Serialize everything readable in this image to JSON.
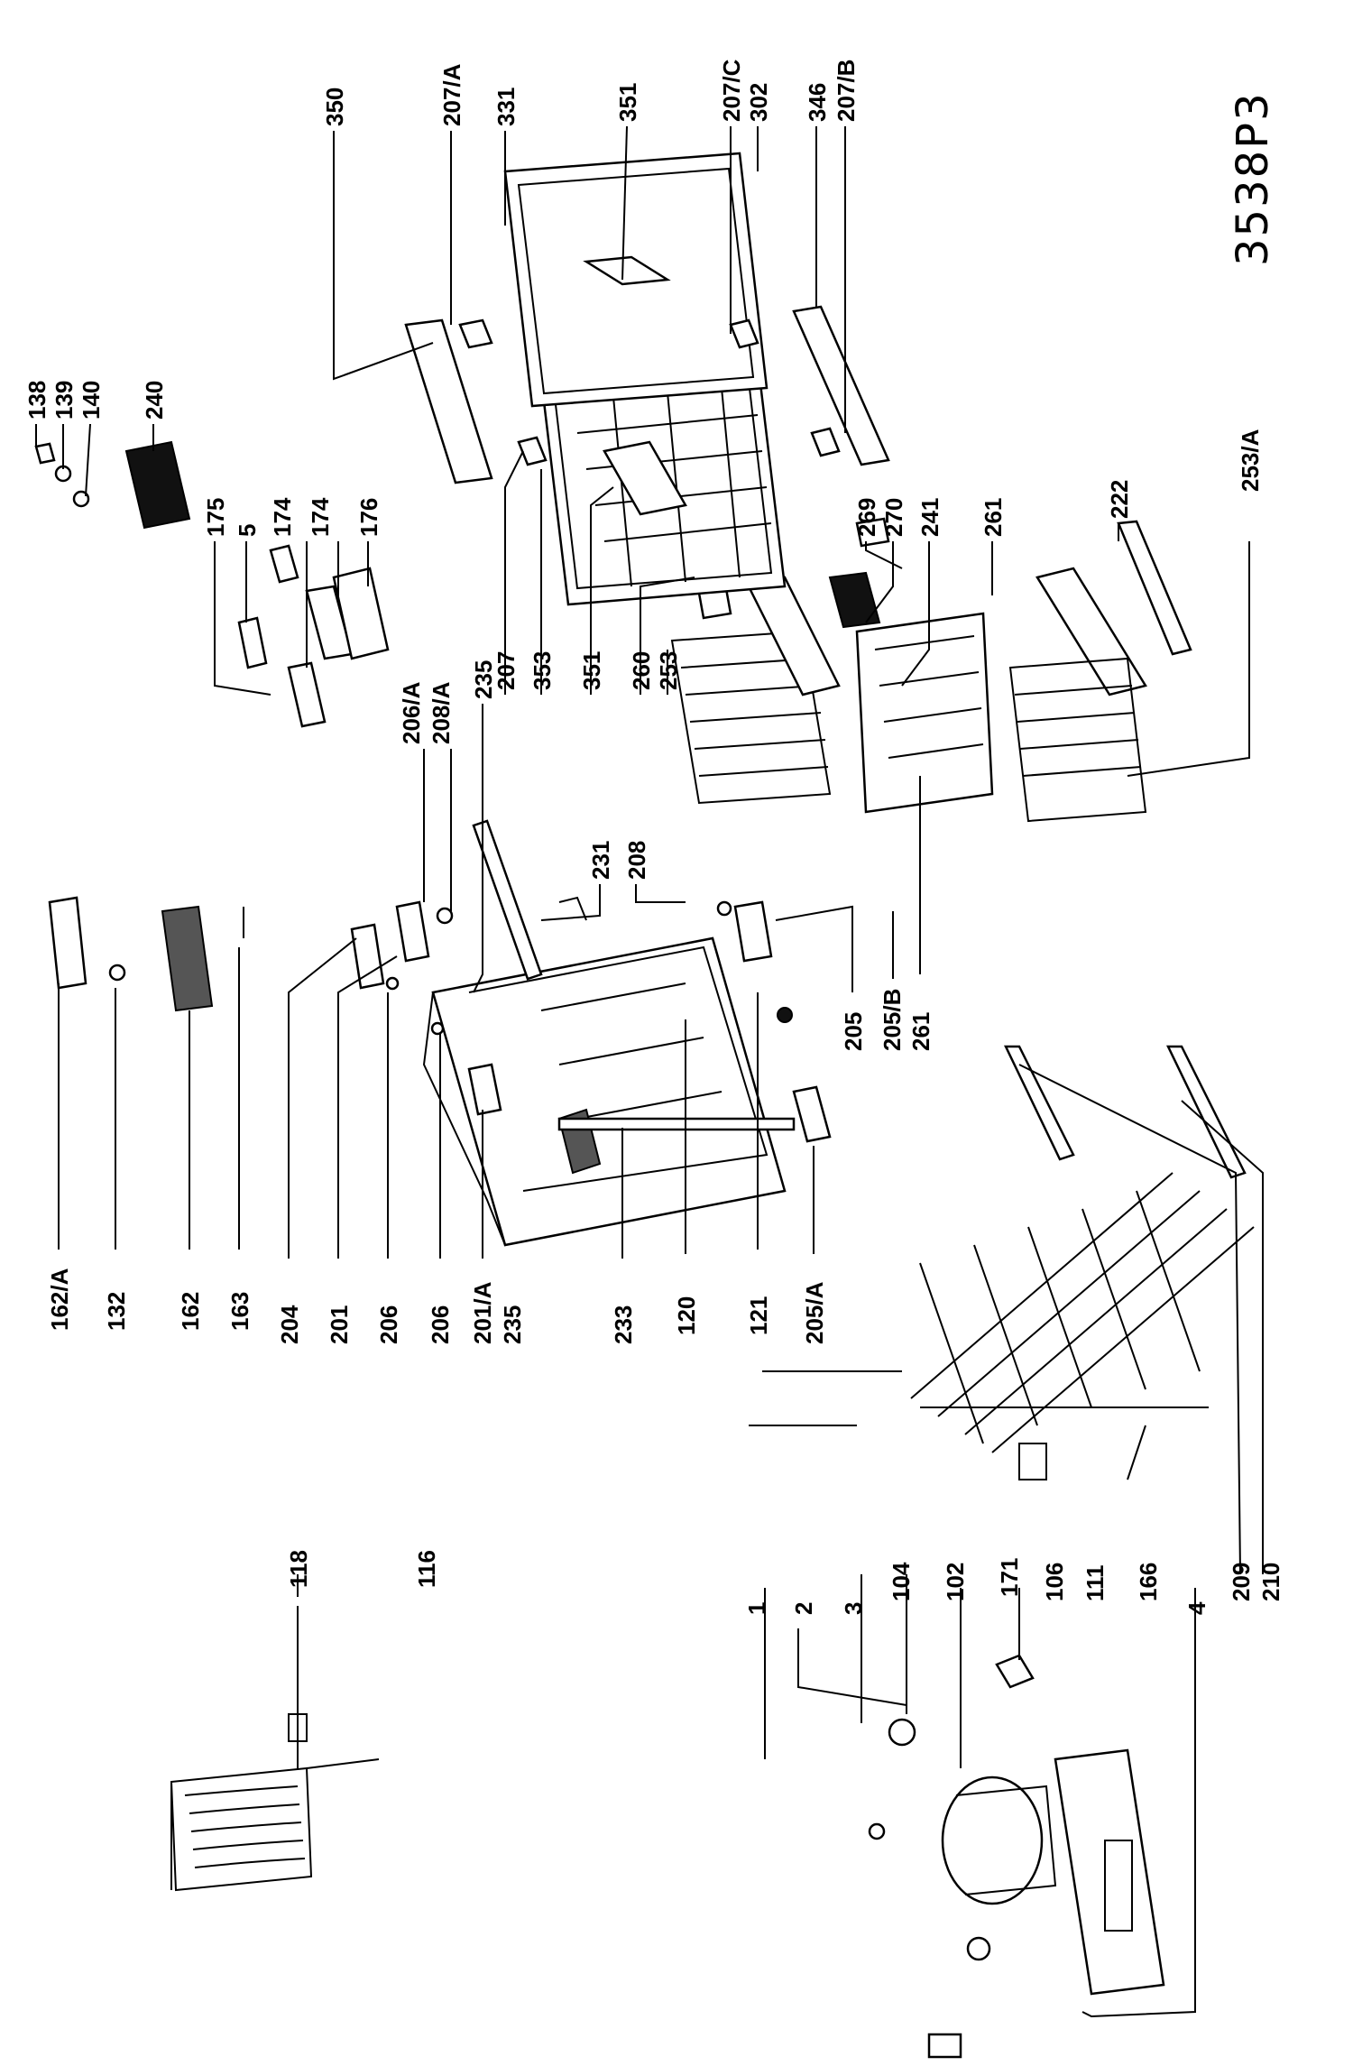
{
  "drawing_code": "3538P3",
  "labels": {
    "l118": "118",
    "l116": "116",
    "l1": "1",
    "l2": "2",
    "l3": "3",
    "l104": "104",
    "l102": "102",
    "l171": "171",
    "l106": "106",
    "l111": "111",
    "l166": "166",
    "l4": "4",
    "l209": "209",
    "l210": "210",
    "l162a": "162/A",
    "l132": "132",
    "l162": "162",
    "l163": "163",
    "l204": "204",
    "l201": "201",
    "l206a": "206",
    "l206b": "206",
    "l201a": "201/A",
    "l235b": "235",
    "l233": "233",
    "l120": "120",
    "l121": "121",
    "l205a": "205/A",
    "l205": "205",
    "l205b": "205/B",
    "l261b": "261",
    "l208": "208",
    "l231": "231",
    "l206A": "206/A",
    "l208A": "208/A",
    "l235": "235",
    "l138": "138",
    "l139": "139",
    "l140": "140",
    "l240": "240",
    "l175": "175",
    "l5": "5",
    "l174a": "174",
    "l174b": "174",
    "l176": "176",
    "l207": "207",
    "l353": "353",
    "l351b": "351",
    "l260": "260",
    "l253": "253",
    "l269": "269",
    "l270": "270",
    "l241": "241",
    "l261": "261",
    "l222": "222",
    "l253a": "253/A",
    "l350": "350",
    "l207a": "207/A",
    "l331": "331",
    "l351": "351",
    "l207c": "207/C",
    "l302": "302",
    "l346": "346",
    "l207bb": "207/B"
  }
}
